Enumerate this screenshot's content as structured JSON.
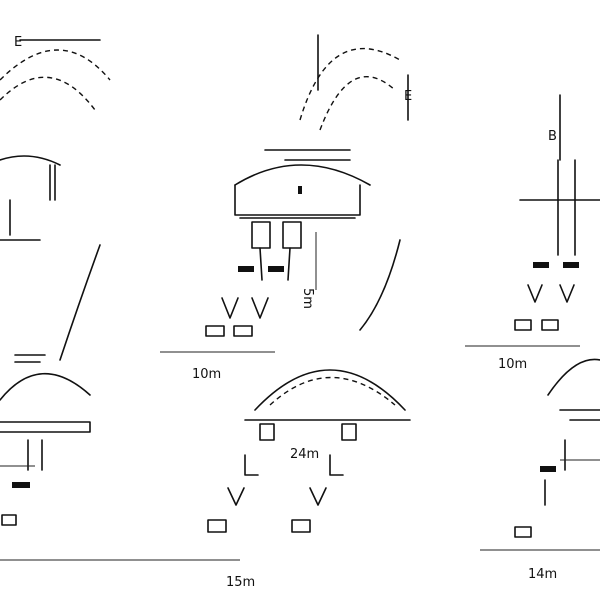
{
  "dimensions": {
    "top_center_bottom": "10m",
    "top_right_bottom": "10m",
    "mid_center": "24m",
    "bottom_center": "15m",
    "bottom_right": "14m",
    "top_center_side": "5m",
    "top_center_arc": "E",
    "top_left_arc": "E",
    "top_right_side": "B"
  },
  "colors": {
    "line": "#111111",
    "background": "#ffffff"
  }
}
